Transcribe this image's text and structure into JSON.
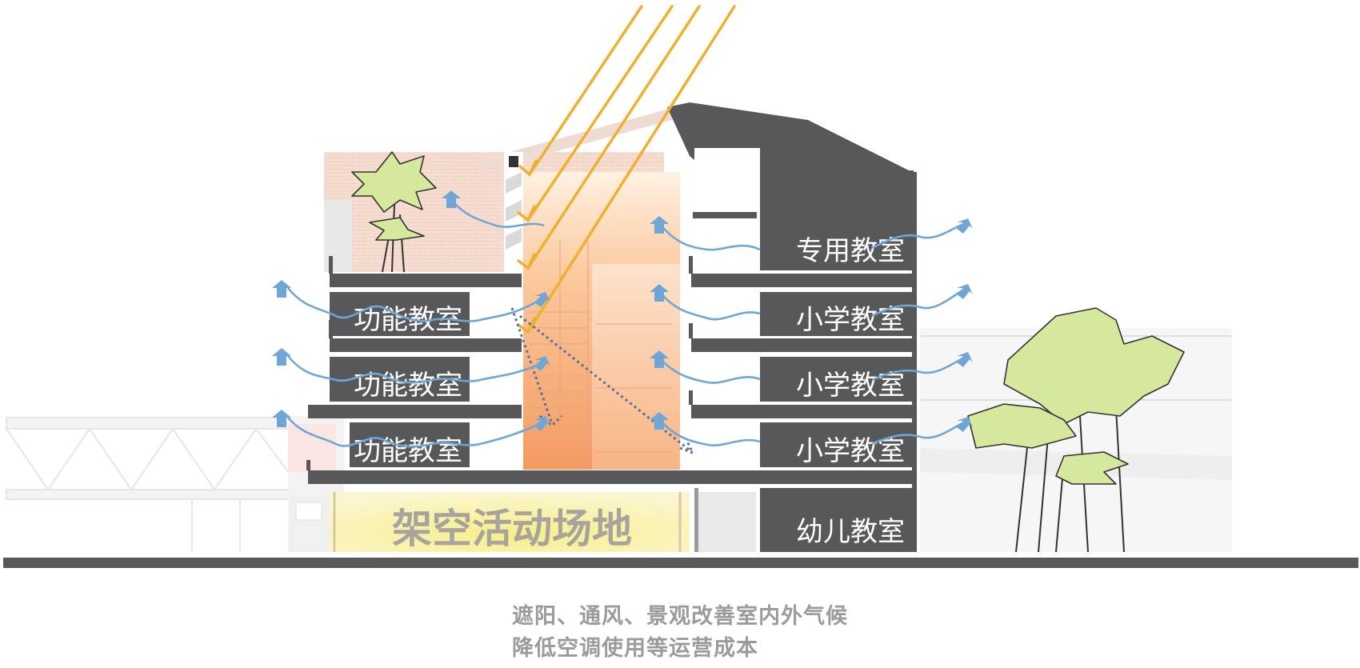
{
  "rooms": {
    "special_classroom": "专用教室",
    "functional_classroom": "功能教室",
    "primary_classroom": "小学教室",
    "kindergarten_classroom": "幼儿教室"
  },
  "pilotis": "架空活动场地",
  "caption": {
    "line1": "遮阳、通风、景观改善室内外气候",
    "line2": "降低空调使用等运营成本"
  },
  "colors": {
    "slab": "#58585a",
    "sun_ray": "#efb02f",
    "wind": "#6fa6d6",
    "tree": "#d6e89c",
    "atrium": "#f5a46e",
    "pilotis_glow": "#f7ee8a",
    "reflection": "#5a6f92",
    "caption": "#9b9b9b"
  }
}
